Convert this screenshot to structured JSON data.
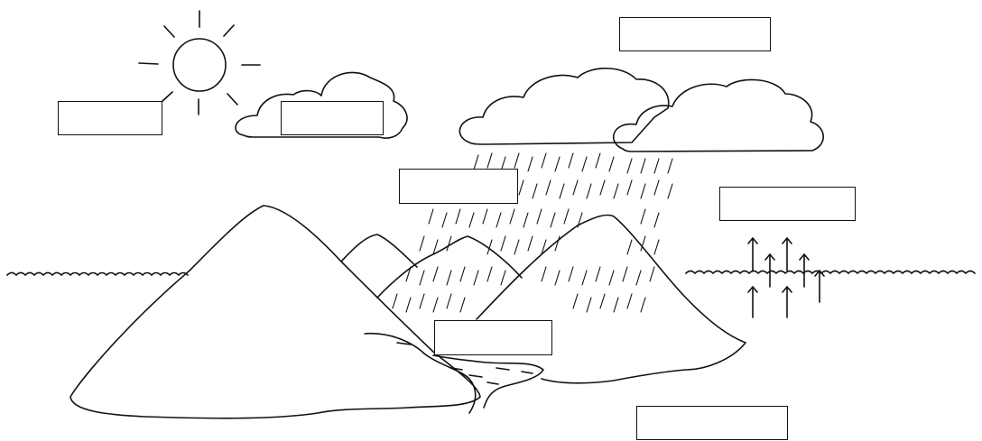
{
  "diagram": {
    "label_boxes": [
      {
        "id": "box-1",
        "text": ""
      },
      {
        "id": "box-2",
        "text": ""
      },
      {
        "id": "box-3",
        "text": ""
      },
      {
        "id": "box-4",
        "text": ""
      },
      {
        "id": "box-5",
        "text": ""
      },
      {
        "id": "box-6",
        "text": ""
      },
      {
        "id": "box-7",
        "text": ""
      }
    ],
    "line_color": "#111111",
    "background_color": "#ffffff"
  }
}
